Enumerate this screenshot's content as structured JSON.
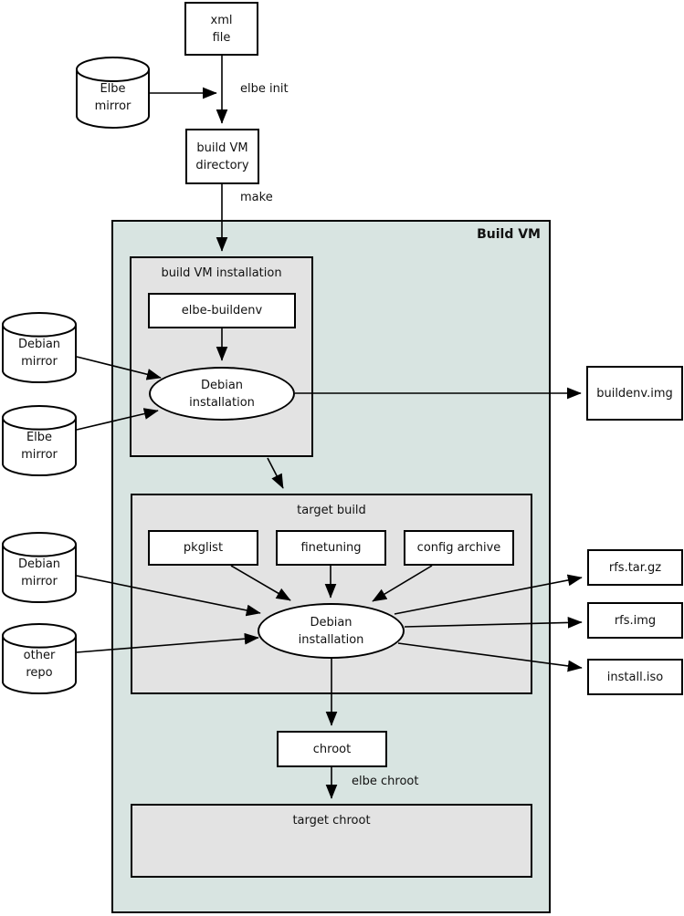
{
  "colors": {
    "build_vm_fill": "#d8e4e1",
    "section_fill": "#e3e3e3",
    "node_fill": "#ffffff",
    "line": "#000000",
    "text": "#111111"
  },
  "container": {
    "title": "Build VM"
  },
  "nodes": {
    "xml_file": {
      "label": "xml\nfile"
    },
    "elbe_mirror_top": {
      "label": "Elbe\nmirror"
    },
    "build_vm_directory": {
      "label": "build VM\ndirectory"
    },
    "build_vm_installation": {
      "label": "build VM installation"
    },
    "elbe_buildenv": {
      "label": "elbe-buildenv"
    },
    "debian_installation_buildenv": {
      "label": "Debian\ninstallation"
    },
    "debian_mirror_upper": {
      "label": "Debian\nmirror"
    },
    "elbe_mirror_left": {
      "label": "Elbe\nmirror"
    },
    "buildenv_img": {
      "label": "buildenv.img"
    },
    "target_build": {
      "label": "target build"
    },
    "pkglist": {
      "label": "pkglist"
    },
    "finetuning": {
      "label": "finetuning"
    },
    "config_archive": {
      "label": "config archive"
    },
    "debian_installation_target": {
      "label": "Debian\ninstallation"
    },
    "debian_mirror_lower": {
      "label": "Debian\nmirror"
    },
    "other_repo": {
      "label": "other\nrepo"
    },
    "rfs_tar_gz": {
      "label": "rfs.tar.gz"
    },
    "rfs_img": {
      "label": "rfs.img"
    },
    "install_iso": {
      "label": "install.iso"
    },
    "chroot": {
      "label": "chroot"
    },
    "target_chroot": {
      "label": "target chroot"
    }
  },
  "edge_labels": {
    "elbe_init": "elbe init",
    "make": "make",
    "elbe_chroot": "elbe chroot"
  }
}
